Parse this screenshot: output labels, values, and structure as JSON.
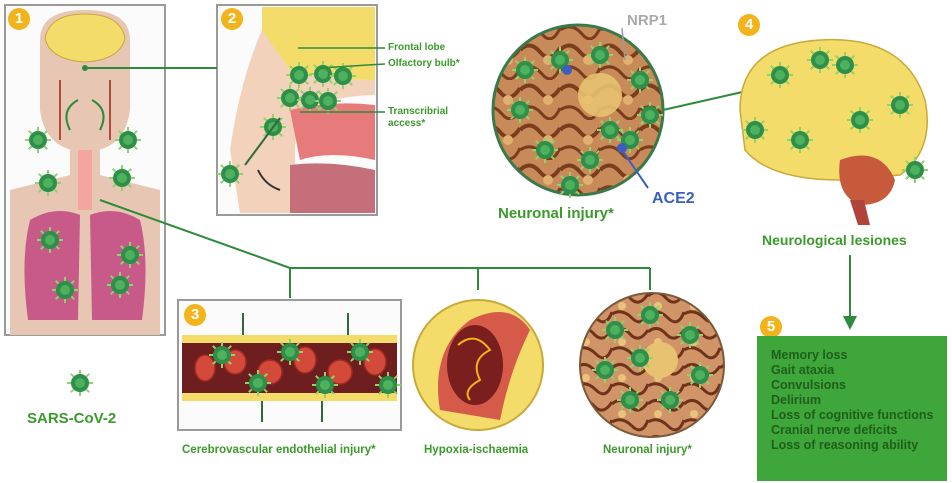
{
  "badges": [
    "1",
    "2",
    "3",
    "4",
    "5"
  ],
  "panel2_labels": {
    "frontal_lobe": "Frontal lobe",
    "olfactory_bulb": "Olfactory bulb*",
    "transcribrial": "Transcribrial",
    "access": "access*"
  },
  "receptors": {
    "nrp1": "NRP1",
    "ace2": "ACE2"
  },
  "labels": {
    "neuronal_injury_top": "Neuronal injury*",
    "neurological_lesions": "Neurological lesiones",
    "sars_cov2": "SARS-CoV-2",
    "cerebrovascular": "Cerebrovascular endothelial injury*",
    "hypoxia": "Hypoxia-ischaemia",
    "neuronal_injury_bottom": "Neuronal injury*"
  },
  "symptoms": [
    "Memory loss",
    "Gait ataxia",
    "Convulsions",
    "Delirium",
    "Loss of cognitive functions",
    "Cranial nerve deficits",
    "Loss of reasoning ability"
  ],
  "colors": {
    "virus": "#2e8f4a",
    "virus_spikes": "#8fd36a",
    "connector": "#2e8b3a",
    "badge": "#f2b31b",
    "brain": "#f4dc6a",
    "ace2": "#3a5fc0",
    "symptom_box": "#3ea63a"
  }
}
